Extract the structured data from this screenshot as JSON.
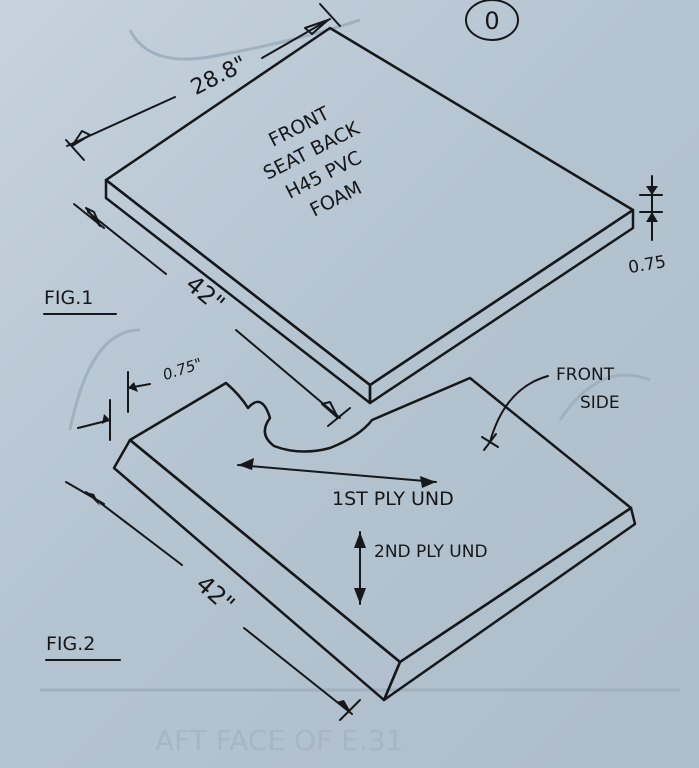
{
  "fig1": {
    "label": "FIG.1",
    "width_dim": "28.8\"",
    "length_dim": "42\"",
    "thickness_dim": "0.75",
    "part_lines": [
      "FRONT",
      "SEAT BACK",
      "H45 PVC",
      "FOAM"
    ]
  },
  "fig2": {
    "label": "FIG.2",
    "thickness_dim": "0.75\"",
    "length_dim": "42\"",
    "side_label": [
      "FRONT",
      "SIDE"
    ],
    "ply1": "1ST PLY UND",
    "ply2": "2ND PLY UND"
  },
  "callout": {
    "text": "0"
  },
  "colors": {
    "paper": "#b9c7d3",
    "ink": "#15181b",
    "ghost": "#a7b6c4"
  }
}
